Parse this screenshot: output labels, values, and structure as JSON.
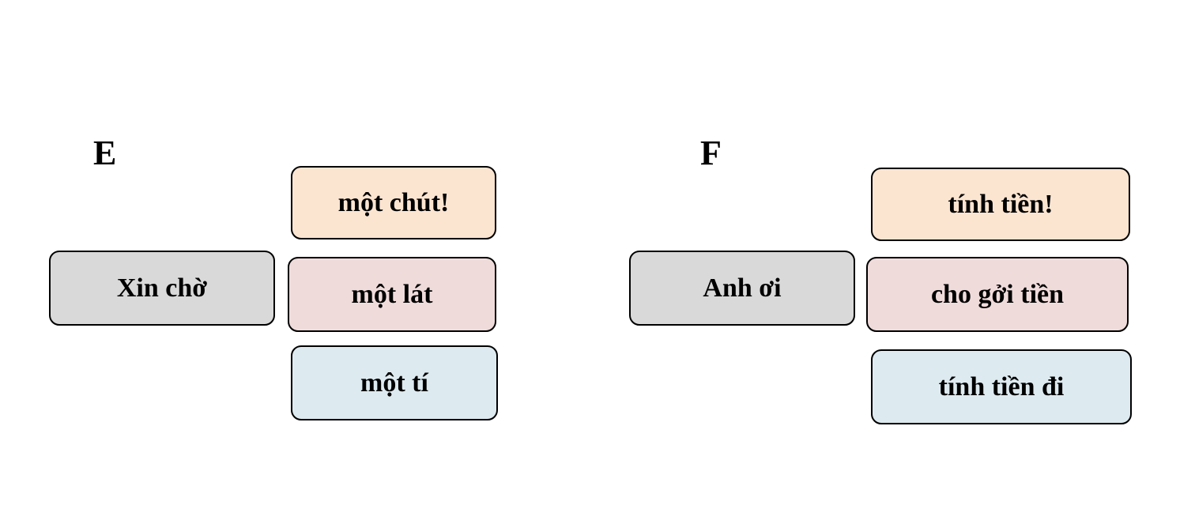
{
  "panels": [
    {
      "label": "E",
      "stem": "Xin chờ",
      "options": [
        "một chút!",
        "một lát",
        "một tí"
      ]
    },
    {
      "label": "F",
      "stem": "Anh ơi",
      "options": [
        "tính tiền!",
        "cho gởi tiền",
        "tính tiền đi"
      ]
    }
  ],
  "colors": {
    "stem": "#d9d9d9",
    "option_1": "#fbe5d1",
    "option_2": "#f0dbdb",
    "option_3": "#ddeaf0",
    "border": "#000000"
  }
}
